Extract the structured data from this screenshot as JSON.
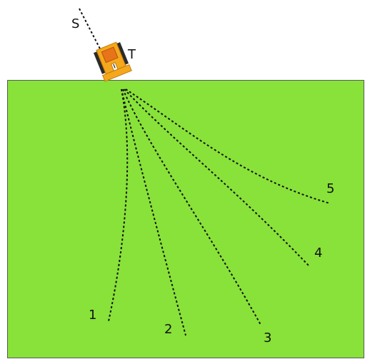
{
  "labels": {
    "start": "S",
    "tractor": "T",
    "paths": [
      "1",
      "2",
      "3",
      "4",
      "5"
    ]
  },
  "colors": {
    "field": "#88e23a",
    "field_border": "#5a5a5a",
    "tractor_body": "#f5a81c",
    "tractor_cab": "#e8741a",
    "tractor_tread": "#2b2b2b",
    "path_line": "#111111"
  },
  "icons": {
    "tractor": "bulldozer-icon"
  }
}
